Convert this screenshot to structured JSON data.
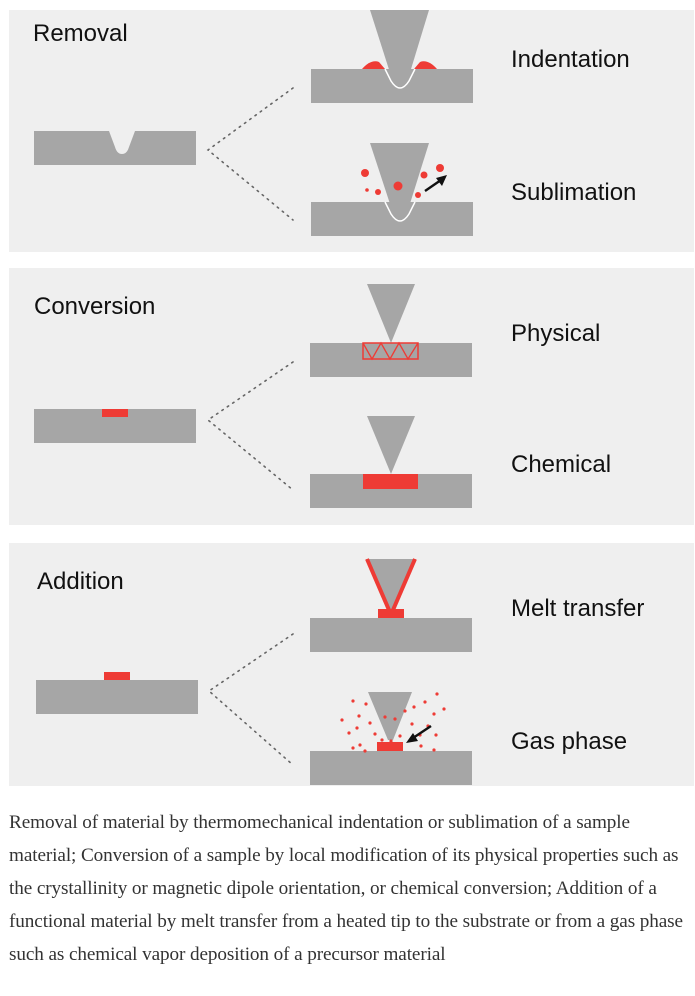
{
  "colors": {
    "panel_bg": "#efefef",
    "substrate": "#a6a6a6",
    "tip": "#a6a6a6",
    "accent_red": "#ee3b35",
    "dots": "#666666"
  },
  "panels": [
    {
      "title": "Removal",
      "modes": [
        {
          "label": "Indentation"
        },
        {
          "label": "Sublimation"
        }
      ]
    },
    {
      "title": "Conversion",
      "modes": [
        {
          "label": "Physical"
        },
        {
          "label": "Chemical"
        }
      ]
    },
    {
      "title": "Addition",
      "modes": [
        {
          "label": "Melt transfer"
        },
        {
          "label": "Gas phase"
        }
      ]
    }
  ],
  "caption": "Removal of material by thermomechanical indentation or sublimation of a sample material; Conversion of a sample by local modification of its physical properties such as the crystallinity or magnetic dipole orientation, or chemical conversion; Addition of a functional material by melt transfer from a heated tip to the substrate or from a gas phase such as chemical vapor deposition of a precursor material"
}
